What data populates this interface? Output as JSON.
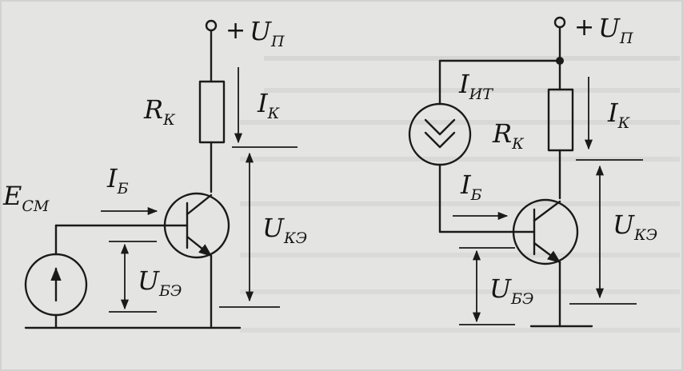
{
  "left_circuit": {
    "supply_label": "U",
    "supply_sub": "П",
    "supply_sign": "+",
    "resistor_label": "R",
    "resistor_sub": "К",
    "collector_current": "I",
    "collector_current_sub": "К",
    "base_current": "I",
    "base_current_sub": "Б",
    "bias_source": "E",
    "bias_source_sub": "СМ",
    "vce": "U",
    "vce_sub": "КЭ",
    "vbe": "U",
    "vbe_sub": "БЭ"
  },
  "right_circuit": {
    "supply_label": "U",
    "supply_sub": "П",
    "supply_sign": "+",
    "current_source": "I",
    "current_source_sub": "ИТ",
    "resistor_label": "R",
    "resistor_sub": "К",
    "collector_current": "I",
    "collector_current_sub": "К",
    "base_current": "I",
    "base_current_sub": "Б",
    "vce": "U",
    "vce_sub": "КЭ",
    "vbe": "U",
    "vbe_sub": "БЭ"
  }
}
